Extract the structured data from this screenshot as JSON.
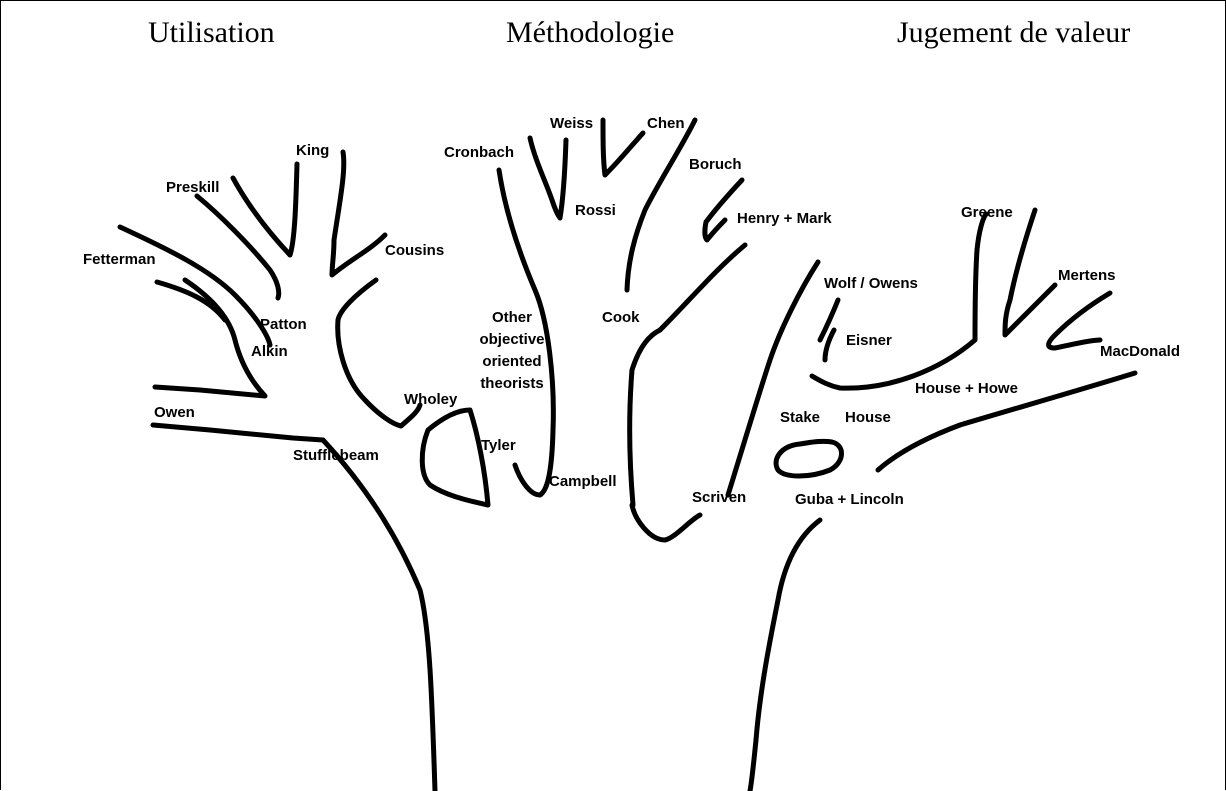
{
  "headings": {
    "utilisation": "Utilisation",
    "methodologie": "Méthodologie",
    "jugement": "Jugement de valeur"
  },
  "theorists": {
    "king": "King",
    "preskill": "Preskill",
    "fetterman": "Fetterman",
    "cousins": "Cousins",
    "patton": "Patton",
    "alkin": "Alkin",
    "owen": "Owen",
    "stufflebeam": "Stufflebeam",
    "wholey": "Wholey",
    "cronbach": "Cronbach",
    "weiss": "Weiss",
    "chen": "Chen",
    "rossi": "Rossi",
    "boruch": "Boruch",
    "henry_mark": "Henry + Mark",
    "other_objective": [
      "Other",
      "objective",
      "oriented",
      "theorists"
    ],
    "cook": "Cook",
    "tyler": "Tyler",
    "campbell": "Campbell",
    "scriven": "Scriven",
    "wolf_owens": "Wolf / Owens",
    "eisner": "Eisner",
    "greene": "Greene",
    "mertens": "Mertens",
    "macdonald": "MacDonald",
    "house_howe": "House + Howe",
    "stake": "Stake",
    "house": "House",
    "guba_lincoln": "Guba + Lincoln"
  }
}
